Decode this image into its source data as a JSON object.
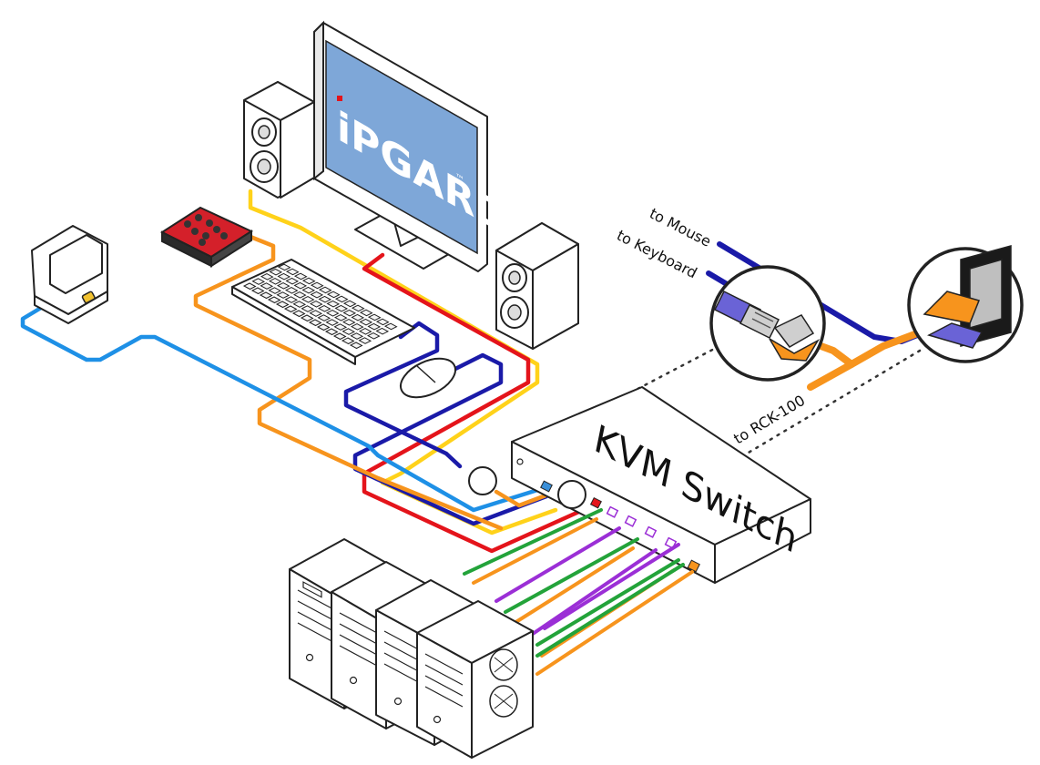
{
  "brand": {
    "logo_text": "iPGARD",
    "trademark": "™"
  },
  "switch": {
    "label": "KVM Switch"
  },
  "annotations": {
    "to_mouse": "to Mouse",
    "to_keyboard": "to Keyboard",
    "to_rck": "to RCK-100"
  },
  "colors": {
    "yellow": "#ffd21a",
    "red": "#e4141b",
    "blue": "#1a1aa8",
    "light_blue": "#1e90e6",
    "orange": "#f7941d",
    "green": "#23a33a",
    "purple": "#9b2fd6",
    "screen": "#7ea7d8",
    "usb_blue": "#6a63d6"
  },
  "icons": {
    "monitor": "monitor-icon",
    "speaker_left": "speaker-icon",
    "speaker_right": "speaker-icon",
    "remote": "remote-controller-icon",
    "card_reader": "smart-card-reader-icon",
    "keyboard": "keyboard-icon",
    "mouse": "mouse-icon",
    "computers": "computer-tower-icon",
    "usb_plug": "usb-plug-icon",
    "wall_socket": "wall-socket-icon"
  }
}
